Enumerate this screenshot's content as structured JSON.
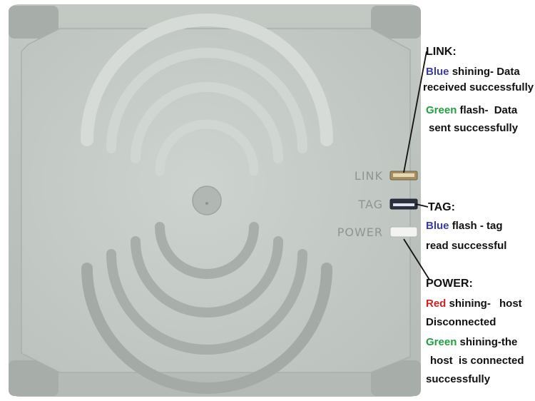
{
  "colors": {
    "blue": "#3b3b9e",
    "green": "#22a040",
    "red": "#d02020",
    "device_body": "#b9bfbb",
    "device_face": "#c4cac5",
    "device_label": "#8f9590"
  },
  "device": {
    "labels": {
      "link": "LINK",
      "tag": "TAG",
      "power": "POWER"
    },
    "icon": "rfid-antenna-waves-icon"
  },
  "annotations": {
    "link": {
      "heading": "LINK:",
      "blue_word": "Blue",
      "blue_rest_1": "shining-",
      "blue_rest_2": "Data",
      "blue_line2": "received successfully",
      "green_word": "Green",
      "green_rest_1": "flash-",
      "green_rest_2": "Data",
      "green_line2": "sent successfully"
    },
    "tag": {
      "heading": "TAG:",
      "blue_word": "Blue",
      "blue_rest": "flash - tag",
      "line2": "read successful"
    },
    "power": {
      "heading": "POWER:",
      "red_word": "Red",
      "red_rest_1": "shining-",
      "red_rest_2": "host",
      "red_line2": "Disconnected",
      "green_word": "Green",
      "green_rest": "shining-the",
      "green_line2_a": "host",
      "green_line2_b": "is connected",
      "green_line3": "successfully"
    }
  }
}
